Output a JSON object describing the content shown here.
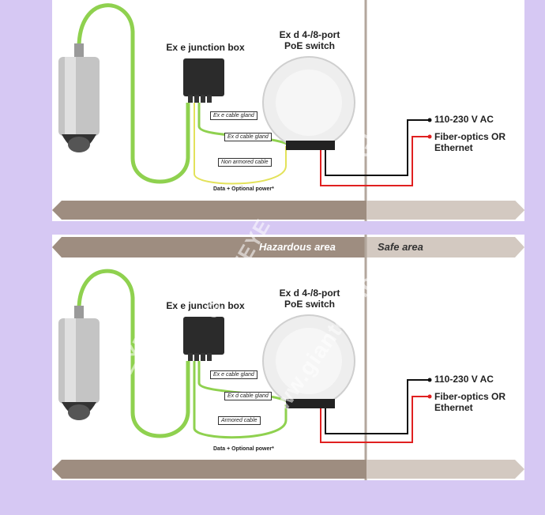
{
  "top_diagram": {
    "junction_box_label": "Ex e junction box",
    "switch_label_line1": "Ex d 4-/8-port",
    "switch_label_line2": "PoE switch",
    "cable_gland_ex_e": "Ex e cable gland",
    "cable_gland_ex_d": "Ex d cable gland",
    "cable_type": "Non armored cable",
    "data_power_note": "Data + Optional power*",
    "ac_label": "110-230 V AC",
    "fiber_label_line1": "Fiber-optics OR",
    "fiber_label_line2": "Ethernet"
  },
  "bottom_diagram": {
    "hazardous_label": "Hazardous area",
    "safe_label": "Safe area",
    "junction_box_label": "Ex e junction box",
    "switch_label_line1": "Ex d 4-/8-port",
    "switch_label_line2": "PoE switch",
    "cable_gland_ex_e": "Ex e cable gland",
    "cable_gland_ex_d": "Ex d cable gland",
    "cable_type": "Armored cable",
    "data_power_note": "Data + Optional power*",
    "ac_label": "110-230 V AC",
    "fiber_label_line1": "Fiber-optics OR",
    "fiber_label_line2": "Ethernet"
  },
  "watermarks": [
    "GIANTEYE",
    "GIANTEYE",
    "GIANTEYE",
    "www.gianteye.cn"
  ],
  "colors": {
    "green_cable": "#8fd14f",
    "red_cable": "#e02020",
    "band": "#9e8d80",
    "band_light": "#d3c9c1",
    "divider": "#b3a79d"
  }
}
